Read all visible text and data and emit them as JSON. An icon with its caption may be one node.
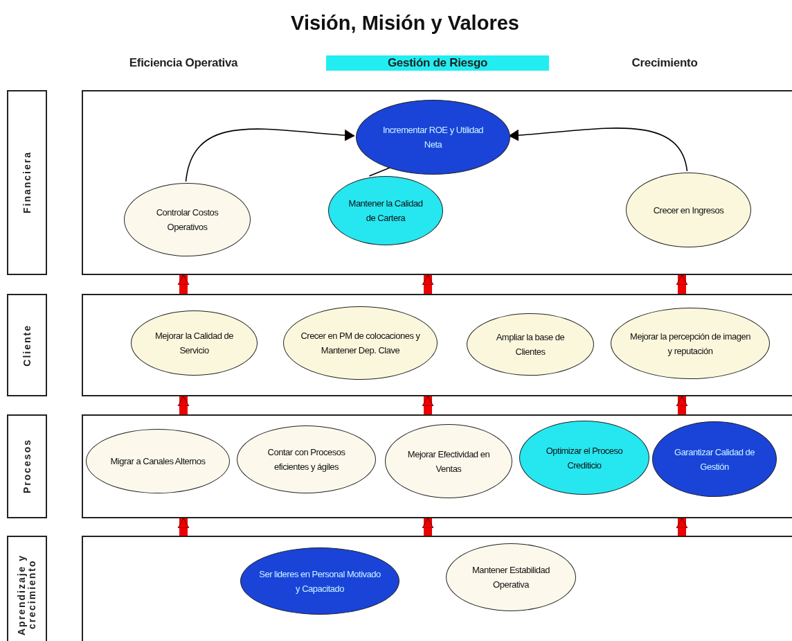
{
  "diagram": {
    "title": "Visión, Misión y Valores",
    "nodes": [
      {
        "text": [
          "Eficiencia Operativa"
        ]
      },
      {
        "text": [
          "Gestión de Riesgo"
        ]
      },
      {
        "text": [
          "Crecimiento"
        ]
      },
      {
        "text": [
          "Financiera"
        ]
      },
      {
        "text": [],
        "shape": "box"
      },
      {
        "text": [
          "Incrementar ROE y Utilidad Neta"
        ],
        "in": 4
      },
      {
        "text": [
          "Controlar Costos Operativos"
        ],
        "in": 4
      },
      {
        "text": [
          "Mantener la Calidad de Cartera"
        ],
        "in": 4
      },
      {
        "text": [
          "Crecer en Ingresos"
        ],
        "in": 4
      },
      {
        "text": [
          "Cliente"
        ]
      },
      {
        "text": [],
        "shape": "box"
      },
      {
        "text": [
          "Mejorar la Calidad de Servicio"
        ],
        "in": 10
      },
      {
        "text": [
          "Crecer en PM de colocaciones y Mantener Dep. Clave"
        ],
        "in": 10
      },
      {
        "text": [
          "Ampliar la base de Clientes"
        ],
        "in": 10
      },
      {
        "text": [
          "Mejorar la percepción de imagen y reputación"
        ],
        "in": 10
      },
      {
        "text": [
          "Procesos"
        ]
      },
      {
        "text": [],
        "shape": "box"
      },
      {
        "text": [
          "Migrar a Canales Alternos"
        ],
        "in": 16
      },
      {
        "text": [
          "Contar con Procesos eficientes y ágiles"
        ],
        "in": 16
      },
      {
        "text": [
          "Mejorar Efectividad en Ventas"
        ],
        "in": 16
      },
      {
        "text": [
          "Optimizar el Proceso Crediticio"
        ],
        "in": 16
      },
      {
        "text": [
          "Garantizar Calidad de Gestión"
        ],
        "in": 16
      },
      {
        "text": [
          "Aprendizaje y crecimiento"
        ]
      },
      {
        "text": [],
        "shape": "box"
      },
      {
        "text": [
          "Ser lideres en Personal Motivado y Capacitado"
        ],
        "in": 23
      },
      {
        "text": [
          "Mantener Estabilidad Operativa"
        ],
        "in": 23
      }
    ],
    "edges": [
      {
        "from": 6,
        "to": 5,
        "arrow": "to",
        "color": "#000000"
      },
      {
        "from": 8,
        "to": 5,
        "arrow": "to",
        "color": "#000000"
      },
      {
        "from": 7,
        "to": 5,
        "arrow": "none",
        "color": "#000000"
      },
      {
        "from": 10,
        "to": 4,
        "arrow": "to"
      },
      {
        "from": 10,
        "to": 4,
        "arrow": "to"
      },
      {
        "from": 10,
        "to": 4,
        "arrow": "to"
      },
      {
        "from": 16,
        "to": 10,
        "arrow": "to"
      },
      {
        "from": 16,
        "to": 10,
        "arrow": "to"
      },
      {
        "from": 16,
        "to": 10,
        "arrow": "to"
      },
      {
        "from": 23,
        "to": 16,
        "arrow": "to"
      },
      {
        "from": 23,
        "to": 16,
        "arrow": "to"
      },
      {
        "from": 23,
        "to": 16,
        "arrow": "to"
      }
    ]
  }
}
